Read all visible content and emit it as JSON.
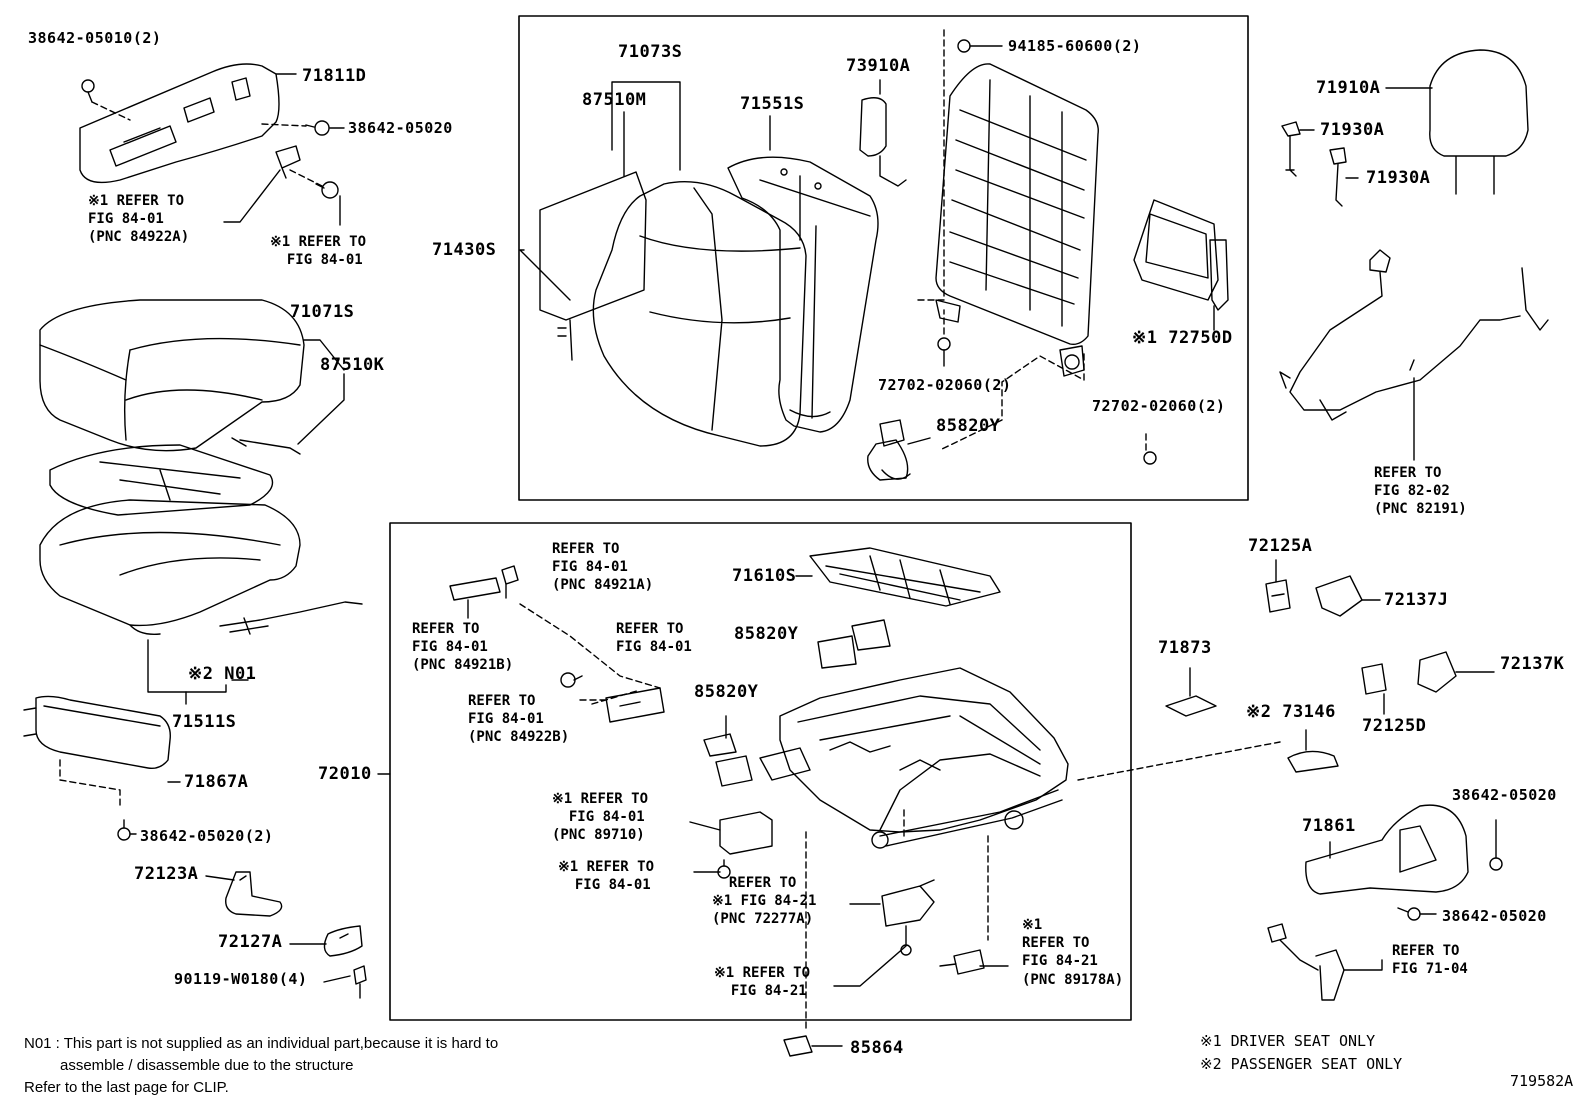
{
  "parts": {
    "p38642_05010_2": "38642-05010(2)",
    "p71811D": "71811D",
    "p38642_05020_a": "38642-05020",
    "ref_84_01_pnc84922A": "※1 REFER TO\nFIG 84-01\n(PNC 84922A)",
    "ref_84_01_a": "※1 REFER TO\n  FIG 84-01",
    "p71071S": "71071S",
    "p87510K": "87510K",
    "p_N01": "※2 N01",
    "p71511S": "71511S",
    "p71867A": "71867A",
    "p38642_05020_2": "38642-05020(2)",
    "p72123A": "72123A",
    "p72127A": "72127A",
    "p90119": "90119-W0180(4)",
    "p71073S": "71073S",
    "p87510M": "87510M",
    "p71551S": "71551S",
    "p73910A": "73910A",
    "p94185": "94185-60600(2)",
    "p71430S": "71430S",
    "p72750D": "※1 72750D",
    "p72702_a": "72702-02060(2)",
    "p72702_b": "72702-02060(2)",
    "p85820Y_a": "85820Y",
    "p71910A": "71910A",
    "p71930A_a": "71930A",
    "p71930A_b": "71930A",
    "ref_82_02": "REFER TO\nFIG 82-02\n(PNC 82191)",
    "p72010": "72010",
    "ref_84_01_pnc84921A": "REFER TO\nFIG 84-01\n(PNC 84921A)",
    "ref_84_01_pnc84921B": "REFER TO\nFIG 84-01\n(PNC 84921B)",
    "ref_84_01_b": "REFER TO\nFIG 84-01",
    "ref_84_01_pnc84922B": "REFER TO\nFIG 84-01\n(PNC 84922B)",
    "p71610S": "71610S",
    "p85820Y_b": "85820Y",
    "p85820Y_c": "85820Y",
    "ref_84_01_pnc89710": "※1 REFER TO\n  FIG 84-01\n(PNC 89710)",
    "ref_84_01_c": "※1 REFER TO\n  FIG 84-01",
    "ref_84_21_pnc72277A": "  REFER TO\n※1 FIG 84-21\n(PNC 72277A)",
    "ref_84_21_a": "※1 REFER TO\n  FIG 84-21",
    "ref_84_21_pnc89178A": "※1\nREFER TO\nFIG 84-21\n(PNC 89178A)",
    "p85864": "85864",
    "p72125A": "72125A",
    "p72137J": "72137J",
    "p71873": "71873",
    "p72137K": "72137K",
    "p72125D": "72125D",
    "p73146": "※2 73146",
    "p38642_05020_b": "38642-05020",
    "p71861": "71861",
    "p38642_05020_c": "38642-05020",
    "ref_71_04": "REFER TO\nFIG 71-04"
  },
  "notes": {
    "n01_line1": "N01 : This part is not supplied as an individual part,because it is hard to",
    "n01_line2": "assemble / disassemble due to the structure",
    "clip": "Refer to the last page for CLIP."
  },
  "legend": {
    "driver": "※1 DRIVER SEAT ONLY",
    "passenger": "※2 PASSENGER SEAT ONLY"
  },
  "figure_id": "719582A"
}
